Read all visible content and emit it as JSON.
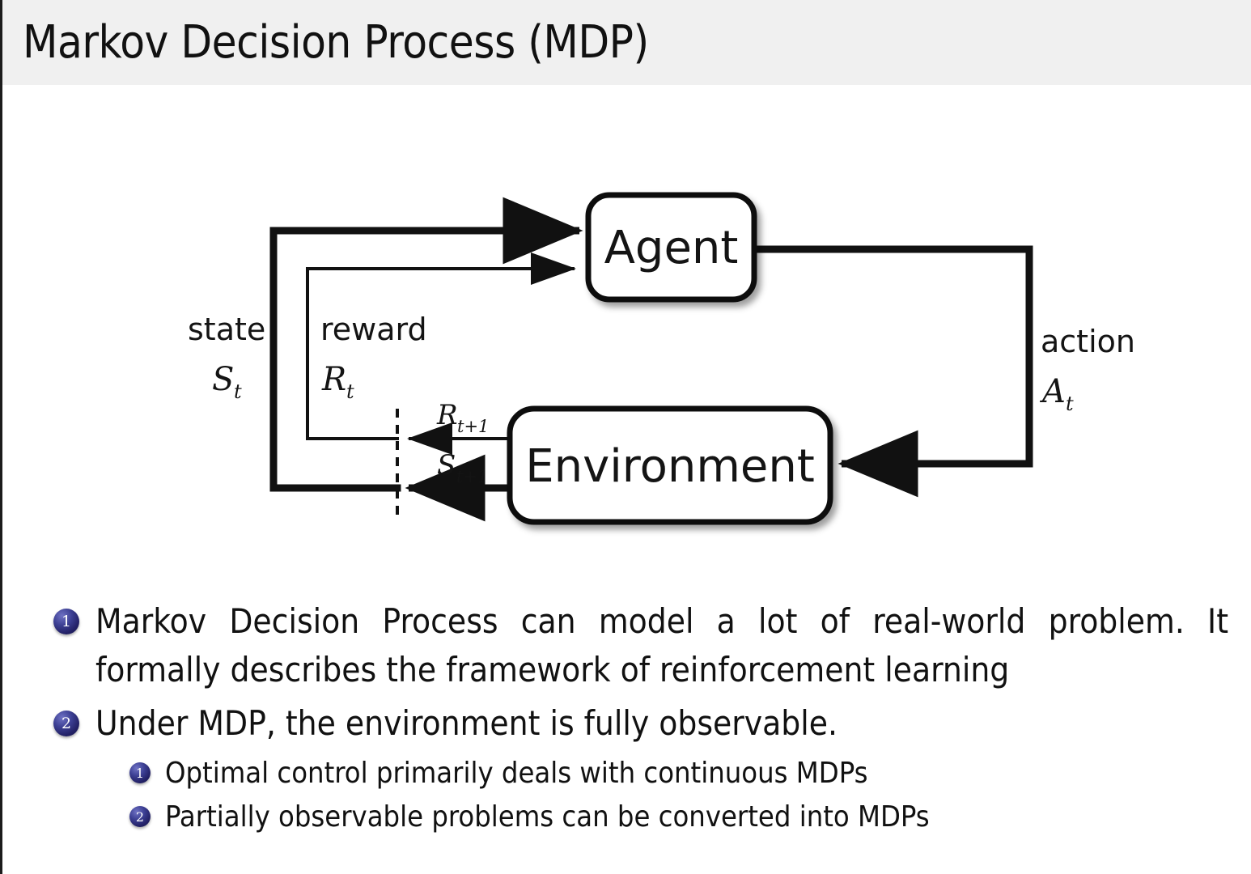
{
  "slide": {
    "title": "Markov Decision Process (MDP)",
    "header_bg": "#f0f0f0",
    "accent": "#232166",
    "background": "#ffffff"
  },
  "diagram": {
    "name": "agent-environment-interaction-loop",
    "nodes": [
      {
        "id": "agent",
        "label": "Agent"
      },
      {
        "id": "environment",
        "label": "Environment"
      }
    ],
    "edges": [
      {
        "id": "state",
        "word": "state",
        "symbol": "S",
        "subscript": "t",
        "from": "environment",
        "to": "agent",
        "style": "thick"
      },
      {
        "id": "reward",
        "word": "reward",
        "symbol": "R",
        "subscript": "t",
        "from": "environment",
        "to": "agent",
        "style": "thin"
      },
      {
        "id": "action",
        "word": "action",
        "symbol": "A",
        "subscript": "t",
        "from": "agent",
        "to": "environment",
        "style": "thick"
      },
      {
        "id": "reward-next",
        "word": "",
        "symbol": "R",
        "subscript": "t+1",
        "from": "environment",
        "to": "boundary",
        "style": "thin"
      },
      {
        "id": "state-next",
        "word": "",
        "symbol": "S",
        "subscript": "t+1",
        "from": "environment",
        "to": "boundary",
        "style": "thick"
      }
    ],
    "time_boundary": "dashed-vertical-line"
  },
  "bullets": [
    {
      "number": "1",
      "text": "Markov Decision Process can model a lot of real-world problem. It formally describes the framework of reinforcement learning",
      "children": []
    },
    {
      "number": "2",
      "text": "Under MDP, the environment is fully observable.",
      "children": [
        {
          "number": "1",
          "text": "Optimal control primarily deals with continuous MDPs"
        },
        {
          "number": "2",
          "text": "Partially observable problems can be converted into MDPs"
        }
      ]
    }
  ]
}
